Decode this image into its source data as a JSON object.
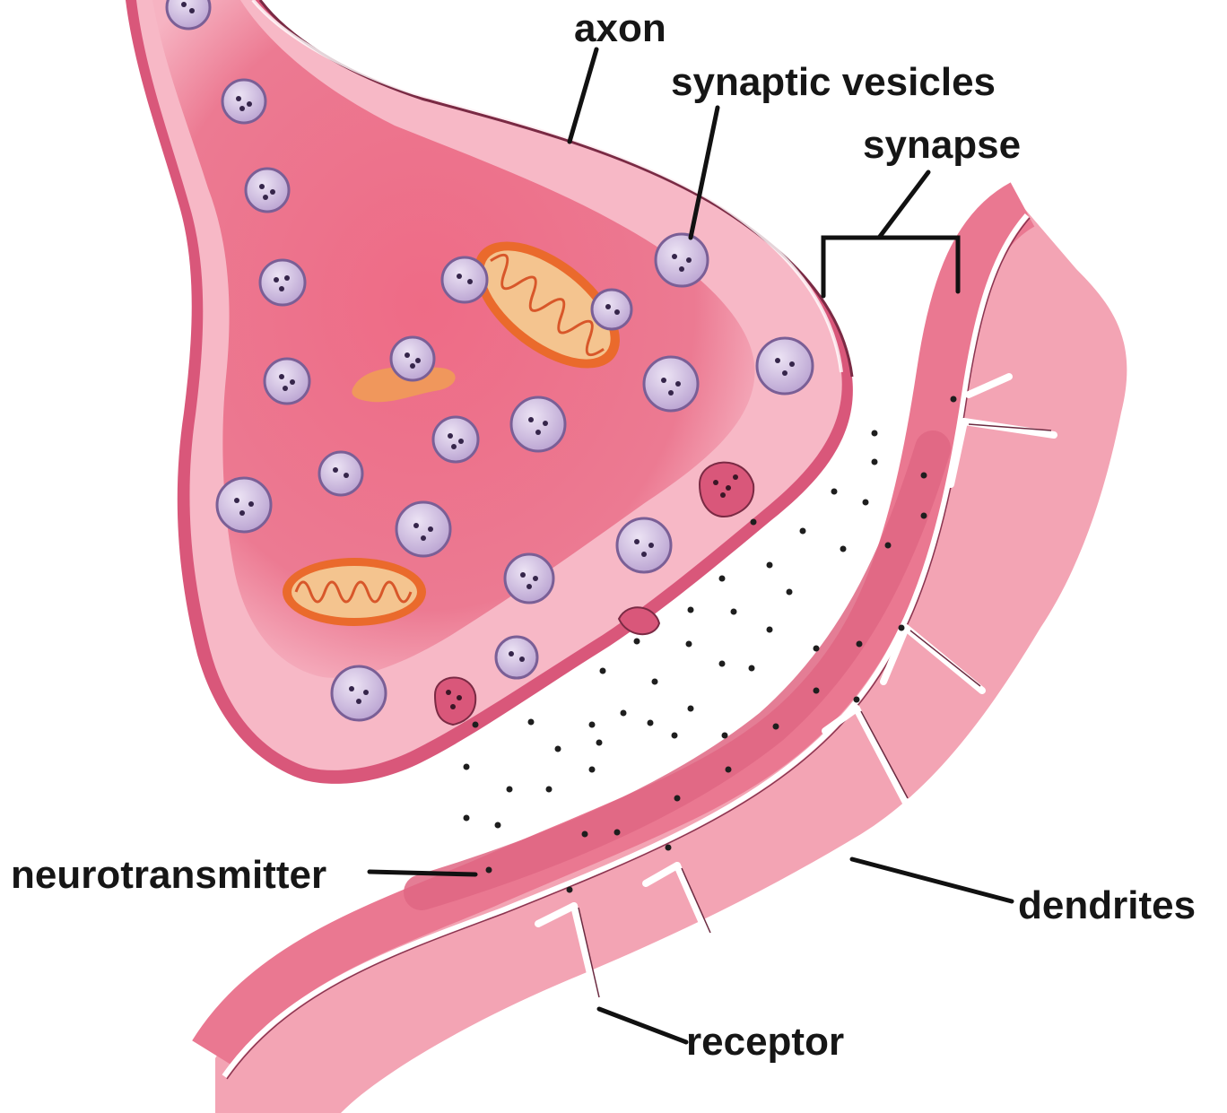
{
  "labels": {
    "axon": "axon",
    "synaptic_vesicles": "synaptic vesicles",
    "synapse": "synapse",
    "neurotransmitter": "neurotransmitter",
    "dendrites": "dendrites",
    "receptor": "receptor"
  },
  "colors": {
    "axon_fill": "#ea6c85",
    "axon_light": "#f7b6c3",
    "dendrite_fill": "#f3a4b4",
    "dendrite_band": "#e7778f",
    "membrane_dark": "#c24867",
    "vesicle": "#cbb7dc",
    "vesicle_stroke": "#7a5f96",
    "mitochondrion": "#ea6a2c",
    "mitochondrion_inner": "#f4c48f",
    "leader_line": "#111111"
  }
}
